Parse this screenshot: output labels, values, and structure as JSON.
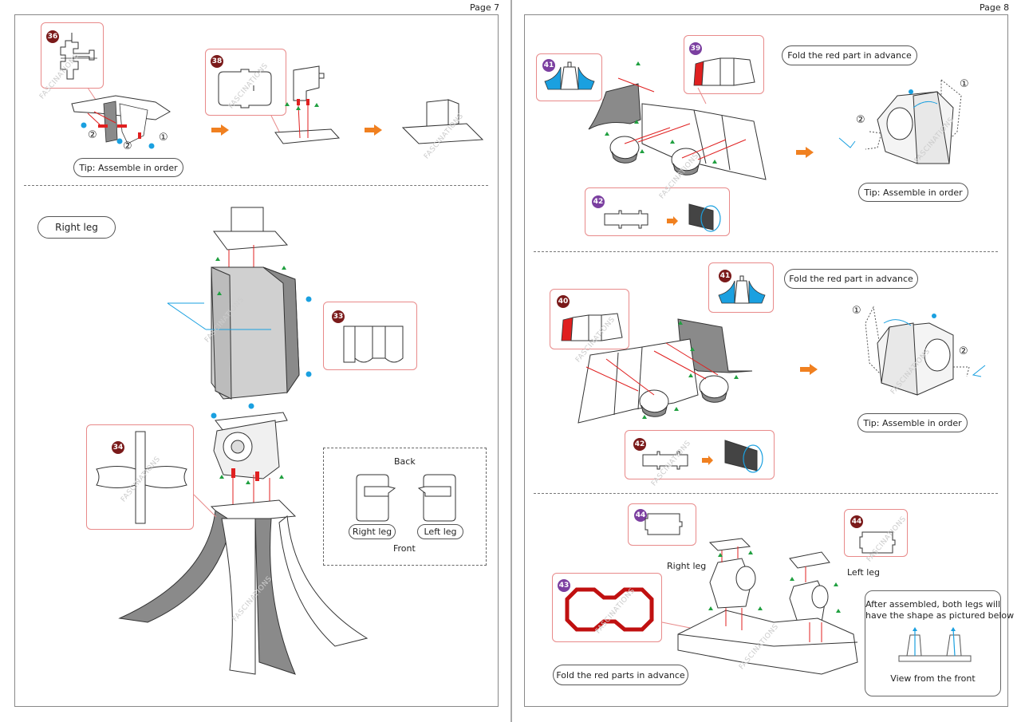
{
  "left_page": {
    "page_number": "Page 7",
    "steps": {
      "s36": {
        "number": "36",
        "tip": "Tip: Assemble in order",
        "order_marks": [
          "②",
          "②",
          "①"
        ]
      },
      "s38": {
        "number": "38"
      },
      "right_leg": {
        "title": "Right leg",
        "s33": {
          "number": "33"
        },
        "s34": {
          "number": "34"
        },
        "orientation_box": {
          "back": "Back",
          "front": "Front",
          "right_leg": "Right leg",
          "left_leg": "Left leg"
        }
      }
    }
  },
  "right_page": {
    "page_number": "Page 8",
    "section1": {
      "part_41": "41",
      "part_39": "39",
      "part_42": "42",
      "note": "Fold the red part in advance",
      "tip": "Tip: Assemble in order",
      "order_marks": [
        "②",
        "①"
      ]
    },
    "section2": {
      "part_40": "40",
      "part_41": "41",
      "part_42": "42",
      "note": "Fold the red part in advance",
      "tip": "Tip: Assemble in order",
      "order_marks": [
        "①",
        "②"
      ]
    },
    "section3": {
      "part_44_right": "44",
      "part_44_left": "44",
      "part_43": "43",
      "right_leg_label": "Right leg",
      "left_leg_label": "Left leg",
      "note": "Fold the red parts in advance",
      "info_box": {
        "text_line1": "After assembled, both legs will",
        "text_line2": "have the shape as pictured below",
        "caption": "View from the front"
      }
    }
  },
  "watermark": "FASCINATIONS",
  "colors": {
    "callout_border": "#e88a8a",
    "badge_dark": "#7a1a1a",
    "badge_purple": "#7b3fa0",
    "arrow_orange": "#f08020",
    "accent_red": "#e02020",
    "accent_blue": "#1aa0e0",
    "accent_green": "#20a040",
    "panel_gray": "#8a8a8a"
  }
}
